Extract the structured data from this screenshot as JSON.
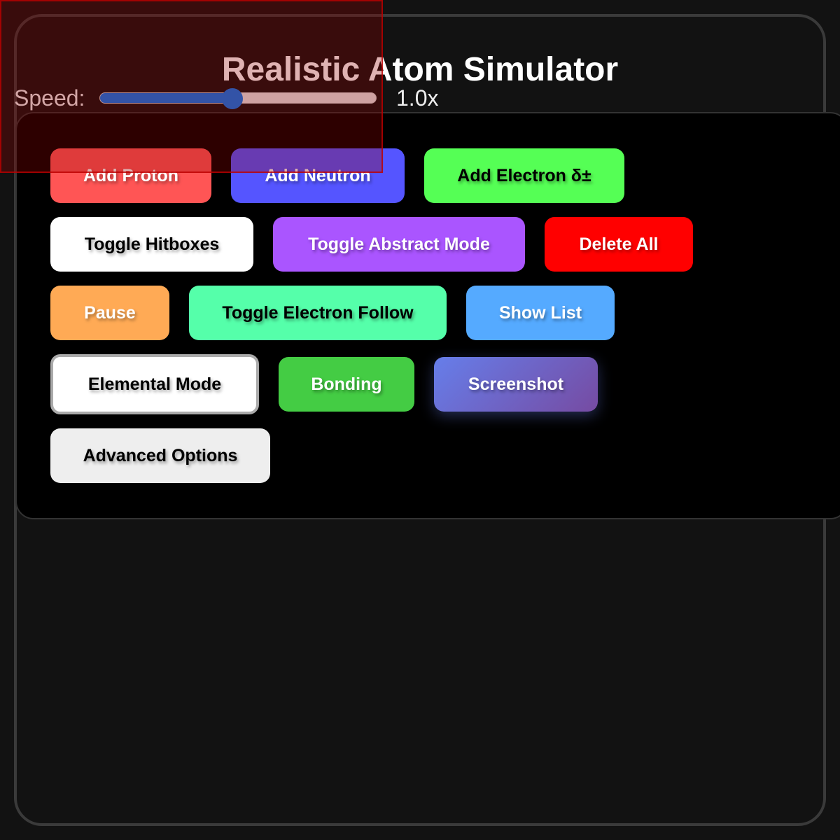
{
  "header": {
    "title": "Realistic Atom Simulator"
  },
  "speed": {
    "label": "Speed:",
    "value_text": "1.0x",
    "fraction": 0.48
  },
  "buttons": {
    "add_proton": "Add Proton",
    "add_neutron": "Add Neutron",
    "add_electron": "Add Electron δ±",
    "toggle_hitboxes": "Toggle Hitboxes",
    "toggle_abstract": "Toggle Abstract Mode",
    "delete_all": "Delete All",
    "pause": "Pause",
    "toggle_follow": "Toggle Electron Follow",
    "show_list": "Show List",
    "elemental_mode": "Elemental Mode",
    "bonding": "Bonding",
    "screenshot": "Screenshot",
    "advanced": "Advanced Options"
  },
  "colors": {
    "proton": "#ff5555",
    "neutron": "#5555ff",
    "electron": "#55ff55",
    "delete": "#ff0000",
    "pause": "#ffaa55",
    "follow": "#55ffaa",
    "list": "#55aaff",
    "bonding": "#44cc44",
    "accent": "#0a78f0"
  }
}
